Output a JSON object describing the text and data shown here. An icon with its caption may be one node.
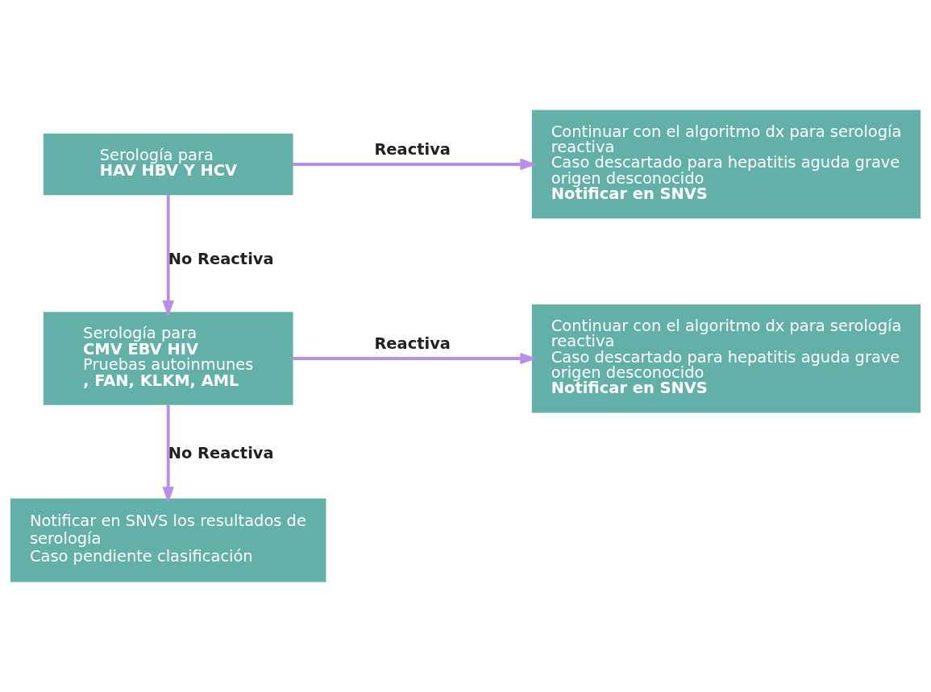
{
  "diagram": {
    "nodes": [
      {
        "text": [
          "Serología para",
          "HAV HBV Y HCV"
        ]
      },
      {
        "text": [
          "Continuar con el algoritmo dx para serología reactiva",
          "Caso descartado para hepatitis aguda grave origen desconocido",
          "Notificar en SNVS"
        ]
      },
      {
        "text": [
          "Serología para",
          "CMV EBV HIV",
          "Pruebas autoinmunes",
          ", FAN, KLKM, AML"
        ]
      },
      {
        "text": [
          "Continuar con el algoritmo dx para serología reactiva",
          "Caso descartado para hepatitis aguda grave origen desconocido",
          "Notificar en SNVS"
        ]
      },
      {
        "text": [
          "Notificar en SNVS los resultados de serología",
          "Caso pendiente clasificación"
        ]
      }
    ],
    "edges": [
      {
        "from": 0,
        "to": 1,
        "arrow": "to",
        "label": "Reactiva"
      },
      {
        "from": 0,
        "to": 2,
        "arrow": "to",
        "label": "No Reactiva"
      },
      {
        "from": 2,
        "to": 3,
        "arrow": "to",
        "label": "Reactiva"
      },
      {
        "from": 2,
        "to": 4,
        "arrow": "to",
        "label": "No Reactiva"
      }
    ]
  }
}
